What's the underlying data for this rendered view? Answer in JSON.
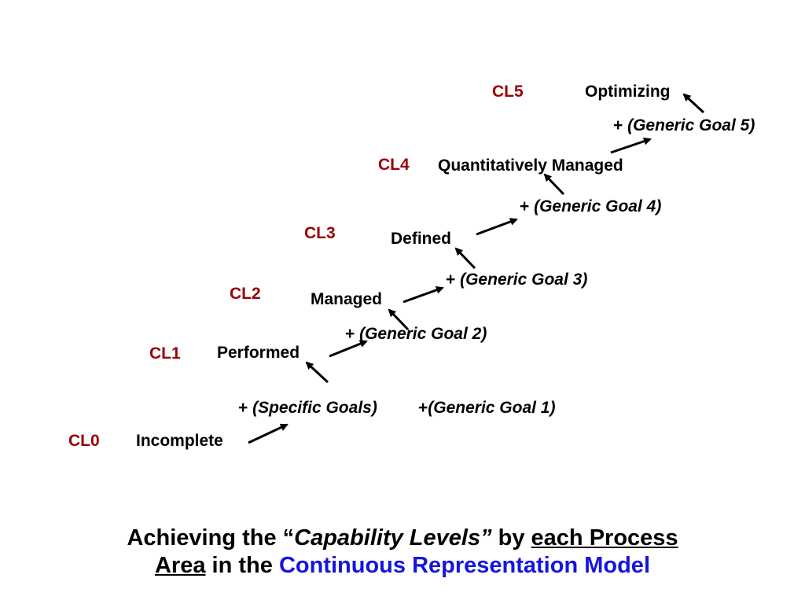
{
  "levels": [
    {
      "code": "CL0",
      "name": "Incomplete"
    },
    {
      "code": "CL1",
      "name": "Performed"
    },
    {
      "code": "CL2",
      "name": "Managed"
    },
    {
      "code": "CL3",
      "name": "Defined"
    },
    {
      "code": "CL4",
      "name": "Quantitatively Managed"
    },
    {
      "code": "CL5",
      "name": "Optimizing"
    }
  ],
  "goals": {
    "specific": {
      "plus": "+ ",
      "text": "(Specific Goals)"
    },
    "gg1": {
      "plus": "+",
      "text": "(Generic Goal 1)"
    },
    "gg2": {
      "plus": "+ ",
      "text": "(Generic Goal 2)"
    },
    "gg3": {
      "plus": "+ ",
      "text": "(Generic Goal 3)"
    },
    "gg4": {
      "plus": "+ ",
      "text": "(Generic Goal 4)"
    },
    "gg5": {
      "plus": "+ ",
      "text": "(Generic Goal 5)"
    }
  },
  "caption": {
    "part1": "Achieving the “",
    "part2": "Capability Levels”",
    "part3": " by ",
    "part4": "each Process",
    "part5": "Area",
    "part6": " in the ",
    "part7": "Continuous Representation Model"
  },
  "colors": {
    "level_code": "#990000",
    "model_name": "#1515e0",
    "text": "#000000"
  }
}
